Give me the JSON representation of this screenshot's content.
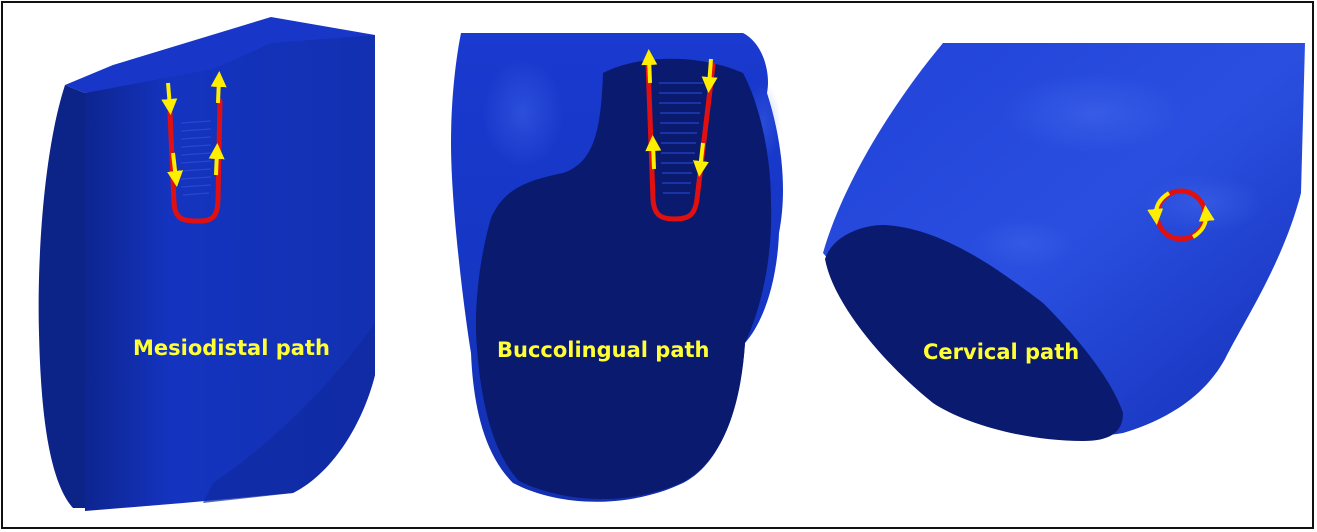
{
  "colors": {
    "frame_border": "#111111",
    "background": "#ffffff",
    "solid_blue": "#1230b6",
    "cut_face_navy": "#0a1a6e",
    "trace_red": "#e01010",
    "arrow_yellow": "#ffee00",
    "label_yellow": "#ffff33"
  },
  "panels": [
    {
      "id": "mesiodistal",
      "label": "Mesiodistal path",
      "arrow_icon": "arrow-up-down-icon"
    },
    {
      "id": "buccolingual",
      "label": "Buccolingual path",
      "arrow_icon": "arrow-up-down-icon"
    },
    {
      "id": "cervical",
      "label": "Cervical path",
      "arrow_icon": "circular-arrow-icon"
    }
  ]
}
